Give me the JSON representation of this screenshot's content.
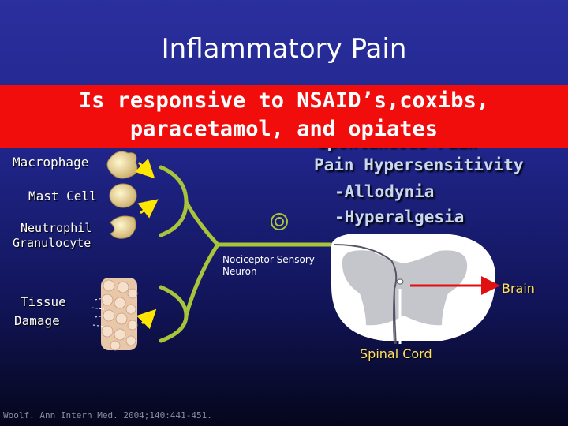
{
  "title": "Inflammatory Pain",
  "banner": {
    "line1": "Is responsive to NSAID’s,coxibs,",
    "line2": "paracetamol, and opiates",
    "color": "#f20d0d"
  },
  "cells": {
    "macrophage": "Macrophage",
    "mast_cell": "Mast Cell",
    "neutrophil_line1": "Neutrophil",
    "neutrophil_line2": "Granulocyte",
    "tissue_line1": "Tissue",
    "tissue_line2": "Damage"
  },
  "pain_block": {
    "partial_heading": "Spontaneous Pain",
    "line1": "Pain Hypersensitivity",
    "line2": "-Allodynia",
    "line3": "-Hyperalgesia"
  },
  "neuron_label_line1": "Nociceptor Sensory",
  "neuron_label_line2": "Neuron",
  "brain_label": "Brain",
  "spinal_cord_label": "Spinal Cord",
  "citation": "Woolf. Ann Intern Med. 2004;140:441-451.",
  "colors": {
    "background": "#20258a",
    "neuron": "#a8c43a",
    "arrow": "#ffe600",
    "brain_arrow": "#e01010",
    "yellow_text": "#ffe066"
  }
}
